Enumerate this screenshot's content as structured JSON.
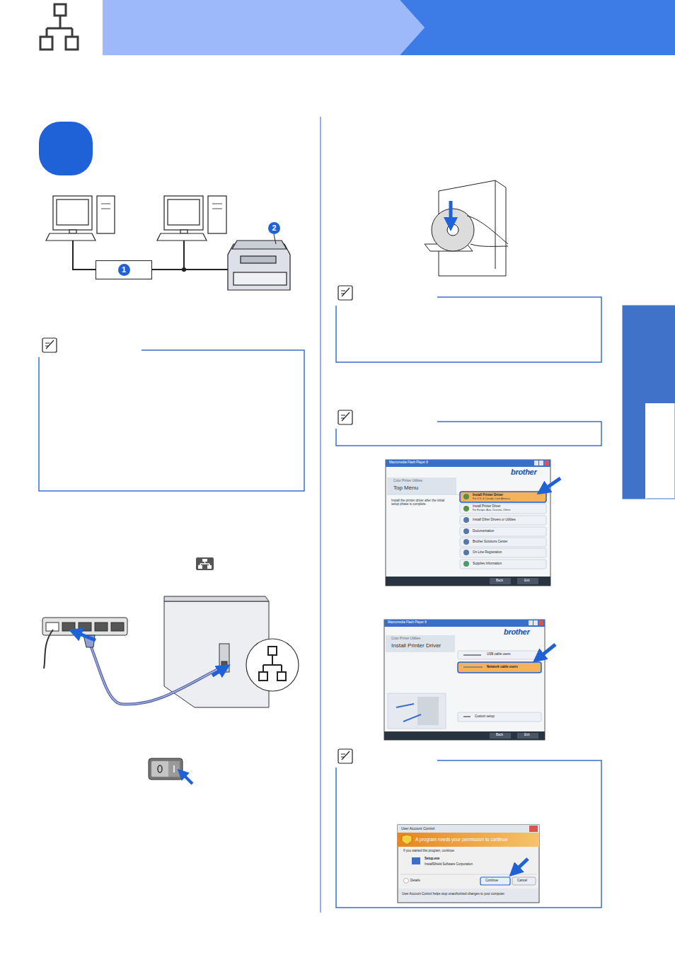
{
  "diagram": {
    "nodes": [
      {
        "text": [
          "1"
        ]
      }
    ],
    "labels": [
      "2",
      "Macromedia Flash Player 8",
      "brother",
      "Color Printer Utilities",
      "Top Menu",
      "Install the printer driver after the initial setup phase is complete.",
      "Install Printer Driver",
      "For U.S. & Canada, Latin America",
      "Install Printer Driver",
      "For Europe, Asia, Oceania, Others",
      "Install Other Drivers or Utilities",
      "Documentation",
      "Brother Solutions Center",
      "On-Line Registration",
      "Supplies Information",
      "Back",
      "Exit",
      "Macromedia Flash Player 8",
      "brother",
      "Color Printer Utilities",
      "Install Printer Driver",
      "USB cable users",
      "Network cable users",
      "Custom setup",
      "Back",
      "Exit",
      "User Account Control",
      "A program needs your permission to continue",
      "If you started this program, continue.",
      "Setup.exe",
      "InstallShield Software Corporation",
      "Details",
      "Continue",
      "Cancel",
      "User Account Control helps stop unauthorized changes to your computer."
    ]
  }
}
